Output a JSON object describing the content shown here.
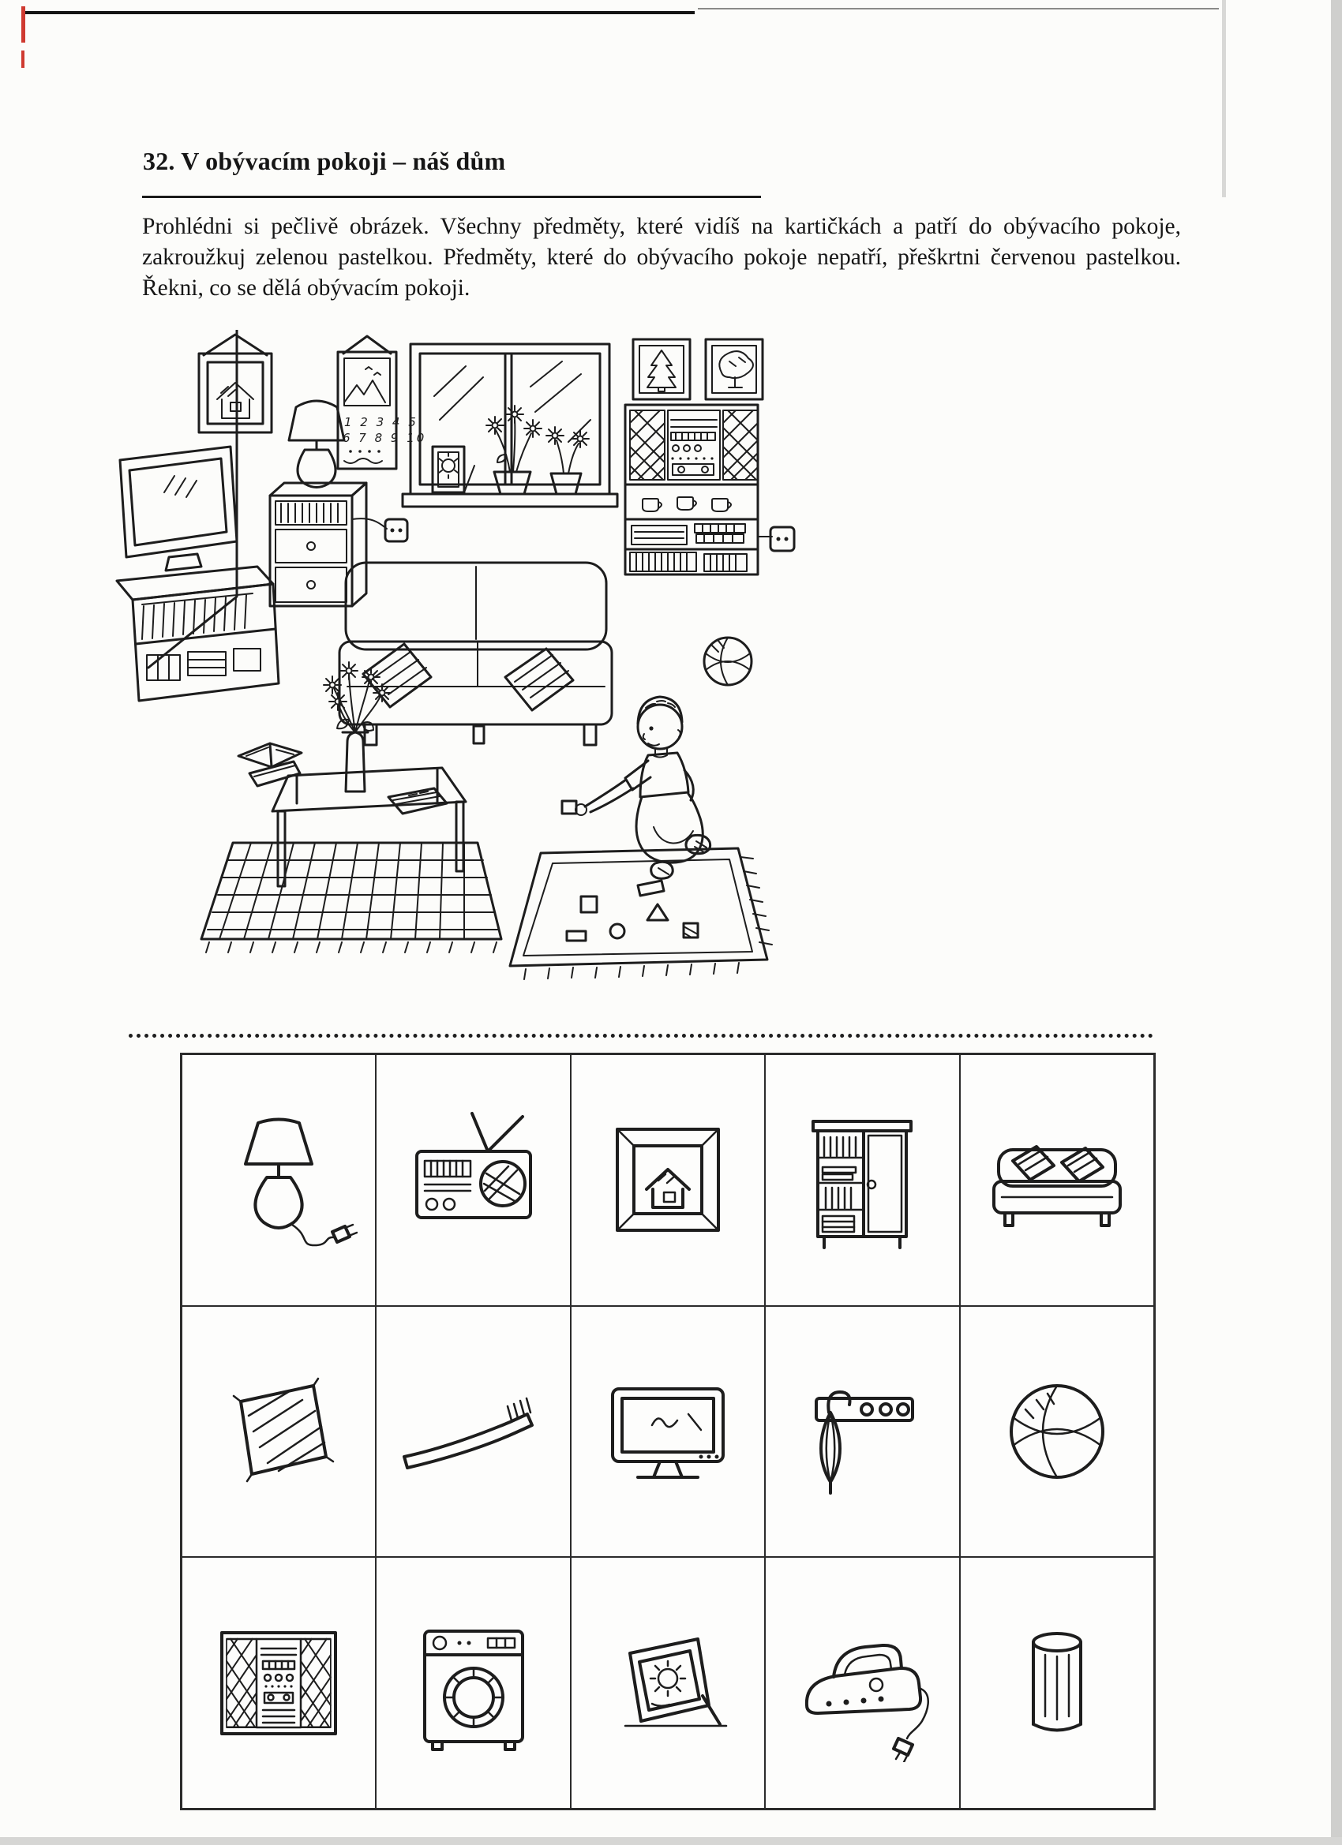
{
  "page": {
    "title": "32. V obývacím pokoji – náš dům",
    "instructions": "Prohlédni si pečlivě obrázek. Všechny předměty, které vidíš na kartičkách a patří do obývacího pokoje, zakroužkuj zelenou pastelkou. Předměty, které do obývacího pokoje nepatří, přeškrtni červenou pastelkou. Řekni, co se dělá obývacím pokoji."
  },
  "scene": {
    "name": "living-room-line-drawing",
    "calendar": {
      "row1": "1 2 3 4 5",
      "row2": "6 7 8 9 10"
    },
    "items": [
      "framed-picture-house",
      "wall-calendar",
      "window",
      "framed-photo",
      "flower-pots",
      "table-lamp",
      "chest-of-drawers",
      "power-outlet",
      "television",
      "tv-stand-with-books",
      "books-on-floor",
      "framed-picture-fir-tree",
      "framed-picture-tree",
      "stereo-shelf-unit",
      "cups-on-shelf",
      "sofa",
      "striped-pillows",
      "coffee-table",
      "vase-with-flowers",
      "book-on-table",
      "checked-rug",
      "play-rug",
      "building-blocks",
      "boy-playing",
      "beach-ball"
    ]
  },
  "cards": {
    "row1": [
      "table-lamp",
      "radio",
      "framed-picture-house",
      "bookcase-wardrobe",
      "sofa"
    ],
    "row2": [
      "pillow",
      "toothbrush",
      "tv-screen",
      "coat-rack-with-umbrella",
      "ball"
    ],
    "row3": [
      "stereo-system",
      "washing-machine",
      "standing-photo-frame",
      "iron",
      "waste-bin"
    ]
  },
  "colors": {
    "ink": "#1d1d1d",
    "paper": "#fcfcfa",
    "scan_red": "#cf3a30",
    "scan_shadow": "#cfcfcd"
  }
}
